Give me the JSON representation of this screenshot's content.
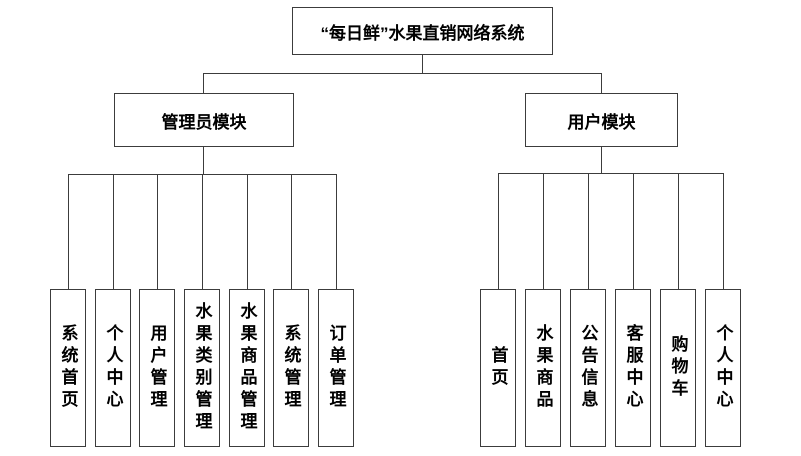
{
  "diagram": {
    "title": "“每日鲜”水果直销网络系统",
    "branches": [
      {
        "label": "管理员模块",
        "children": [
          "系统首页",
          "个人中心",
          "用户管理",
          "水果类别管理",
          "水果商品管理",
          "系统管理",
          "订单管理"
        ]
      },
      {
        "label": "用户模块",
        "children": [
          "首页",
          "水果商品",
          "公告信息",
          "客服中心",
          "购物车",
          "个人中心"
        ]
      }
    ],
    "colors": {
      "background": "#ffffff",
      "line": "#3c3c3c",
      "text": "#000000"
    }
  }
}
